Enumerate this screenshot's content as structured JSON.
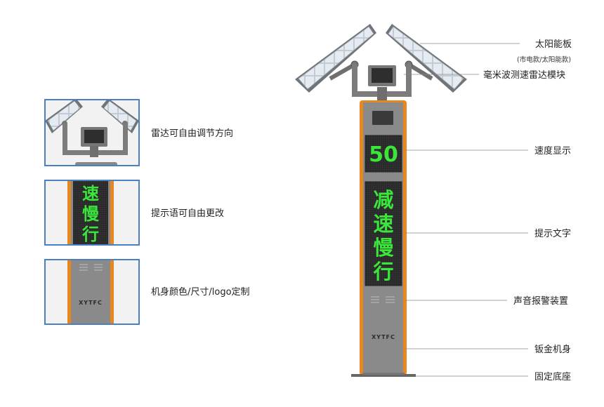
{
  "callouts": {
    "solar_panel": "太阳能板",
    "solar_panel_note": "(市电款/太阳能款)",
    "radar_module": "毫米波测速雷达模块",
    "speed_display": "速度显示",
    "prompt_text": "提示文字",
    "sound_alarm": "声音报警装置",
    "sheet_metal_body": "钣金机身",
    "fixed_base": "固定底座"
  },
  "features": {
    "radar_adjust": "雷达可自由调节方向",
    "prompt_editable": "提示语可自由更改",
    "customizable": "机身颜色/尺寸/logo定制"
  },
  "device": {
    "speed_value": "50",
    "prompt_chars": [
      "减",
      "速",
      "慢",
      "行"
    ],
    "thumb_prompt_chars": [
      "速",
      "慢",
      "行"
    ],
    "brand_logo": "XYTFC"
  },
  "colors": {
    "body_gray": "#8a8a8a",
    "accent_orange": "#e8861f",
    "led_green": "#39e639",
    "panel_dark": "#2d2d2d",
    "thumb_border": "#4a7fc1"
  }
}
